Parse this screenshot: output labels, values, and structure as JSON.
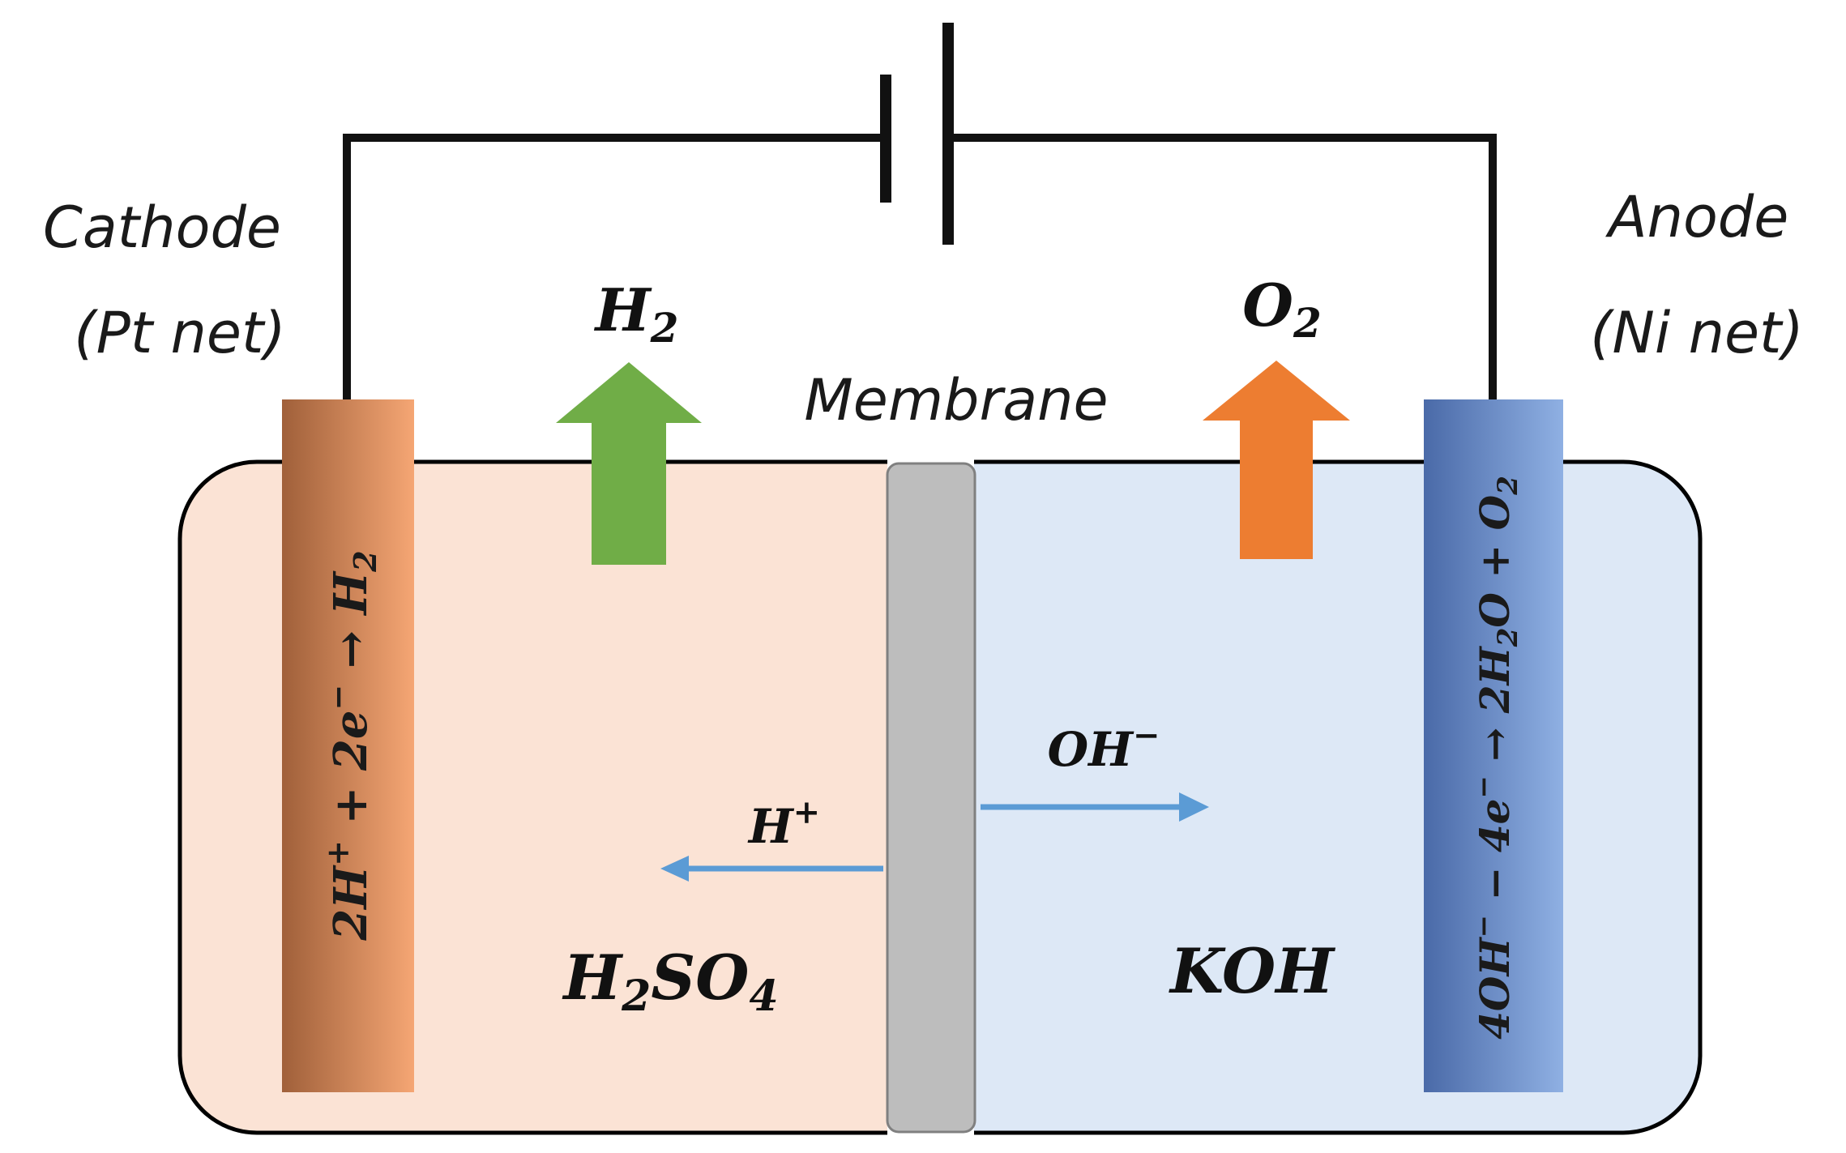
{
  "labels": {
    "cathode_title": "Cathode",
    "cathode_material": "(Pt net)",
    "anode_title": "Anode",
    "anode_material": "(Ni net)",
    "membrane": "Membrane"
  },
  "gases": {
    "h2": {
      "base": "H",
      "sub": "2"
    },
    "o2": {
      "base": "O",
      "sub": "2"
    }
  },
  "ions": {
    "h_plus": {
      "base": "H",
      "sup": "+"
    },
    "oh_minus": {
      "base": "OH",
      "sup": "−"
    }
  },
  "electrolytes": {
    "left": {
      "p1": "H",
      "s1": "2",
      "p2": "SO",
      "s2": "4"
    },
    "right": "KOH"
  },
  "reactions": {
    "cathode": {
      "t1": "2H",
      "sup1": "+",
      "t2": " + 2e",
      "sup2": "−",
      "t3": " → H",
      "sub3": "2"
    },
    "anode": {
      "t1": "4OH",
      "sup1": "−",
      "t2": " − 4e",
      "sup2": "−",
      "t3": " → 2H",
      "sub3": "2",
      "t4": "O + O",
      "sub4": "2"
    }
  },
  "colors": {
    "left_electrolyte": "#fbe3d5",
    "right_electrolyte": "#dde8f6",
    "membrane": "#bdbdbd",
    "h2_arrow": "#70ad47",
    "o2_arrow": "#ed7d31",
    "ion_arrow": "#5b9bd5",
    "cathode_dark": "#a0603a",
    "cathode_light": "#f5a674",
    "anode_dark": "#4a6aa8",
    "anode_light": "#8fb0e3"
  },
  "icons": {
    "battery": "battery-icon"
  }
}
